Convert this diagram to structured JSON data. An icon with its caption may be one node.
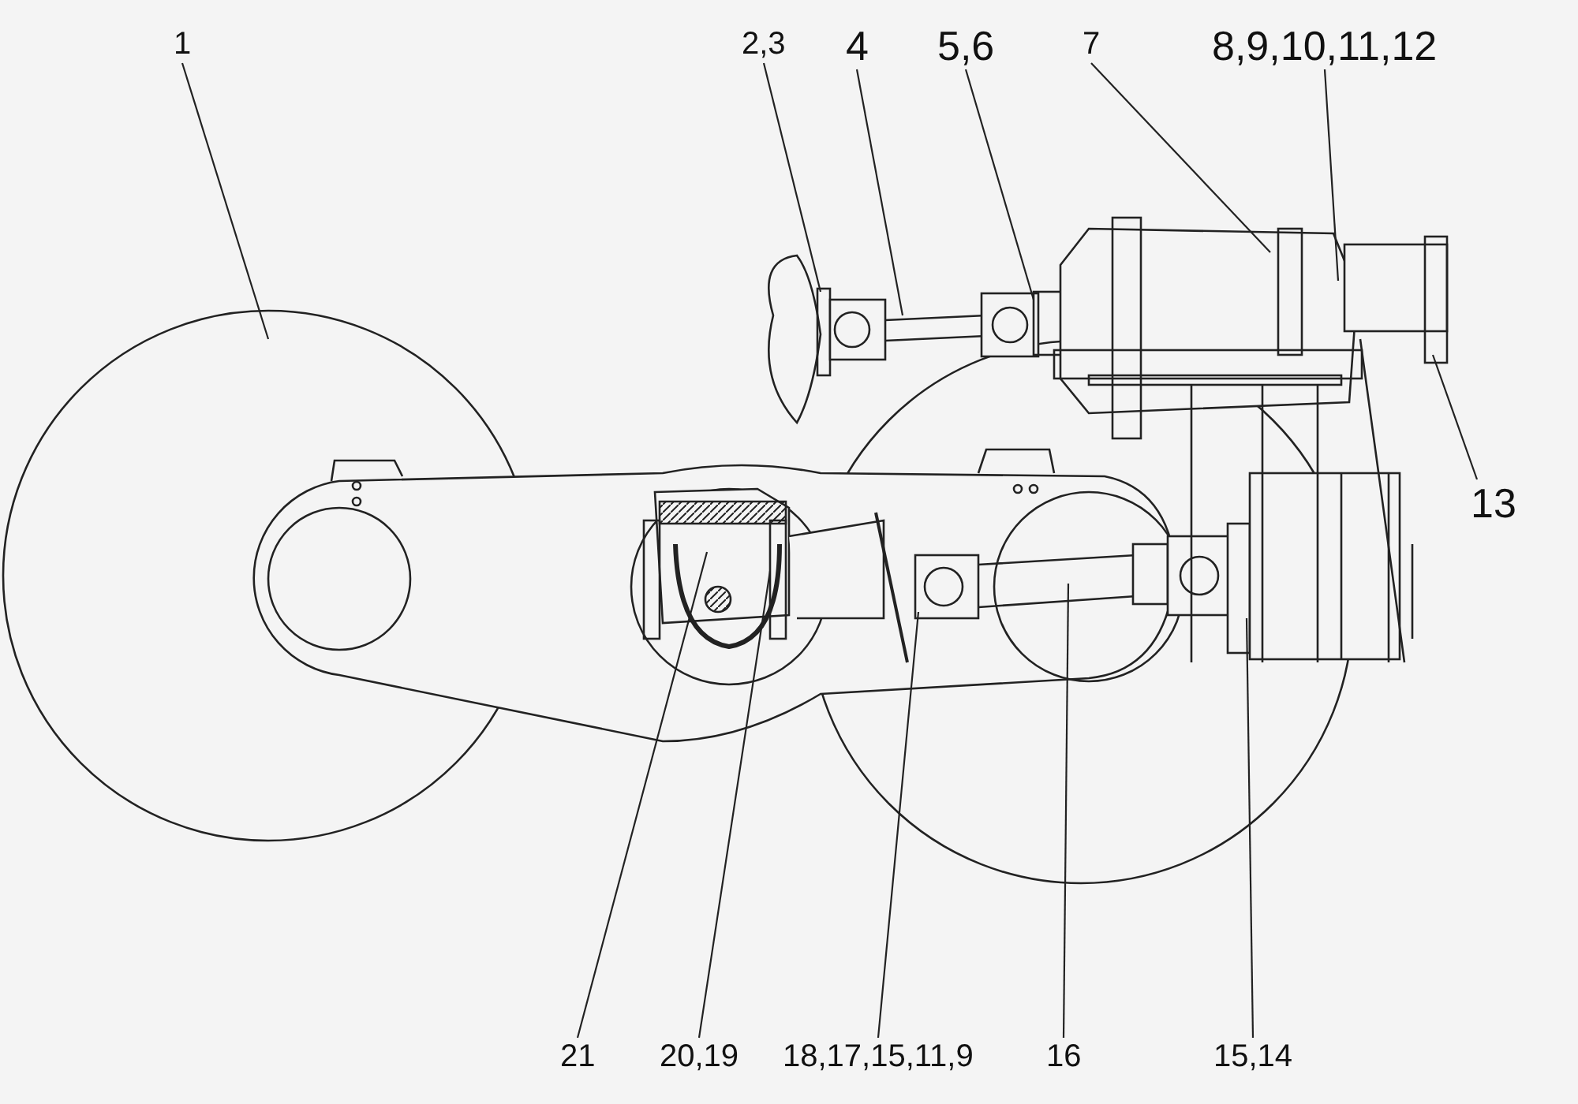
{
  "diagram": {
    "nodes": [
      {
        "text": [
          "1"
        ]
      },
      {
        "text": [
          "2,3"
        ]
      },
      {
        "text": [
          "4"
        ]
      },
      {
        "text": [
          "5,6"
        ]
      },
      {
        "text": [
          "7"
        ]
      },
      {
        "text": [
          "8,9,10,11,12"
        ]
      },
      {
        "text": [
          "13"
        ]
      },
      {
        "text": [
          "21"
        ]
      },
      {
        "text": [
          "20,19"
        ]
      },
      {
        "text": [
          "18,17,15,11,9"
        ]
      },
      {
        "text": [
          "16"
        ]
      },
      {
        "text": [
          "15,14"
        ]
      }
    ],
    "edges": [
      {
        "from": 0,
        "to": null,
        "arrow": "none"
      },
      {
        "from": 1,
        "to": null,
        "arrow": "none"
      },
      {
        "from": 2,
        "to": null,
        "arrow": "none"
      },
      {
        "from": 3,
        "to": null,
        "arrow": "none"
      },
      {
        "from": 4,
        "to": null,
        "arrow": "none"
      },
      {
        "from": 5,
        "to": null,
        "arrow": "none"
      },
      {
        "from": 6,
        "to": null,
        "arrow": "none"
      },
      {
        "from": 7,
        "to": null,
        "arrow": "none"
      },
      {
        "from": 8,
        "to": null,
        "arrow": "none"
      },
      {
        "from": 9,
        "to": null,
        "arrow": "none"
      },
      {
        "from": 10,
        "to": null,
        "arrow": "none"
      },
      {
        "from": 11,
        "to": null,
        "arrow": "none"
      }
    ]
  }
}
